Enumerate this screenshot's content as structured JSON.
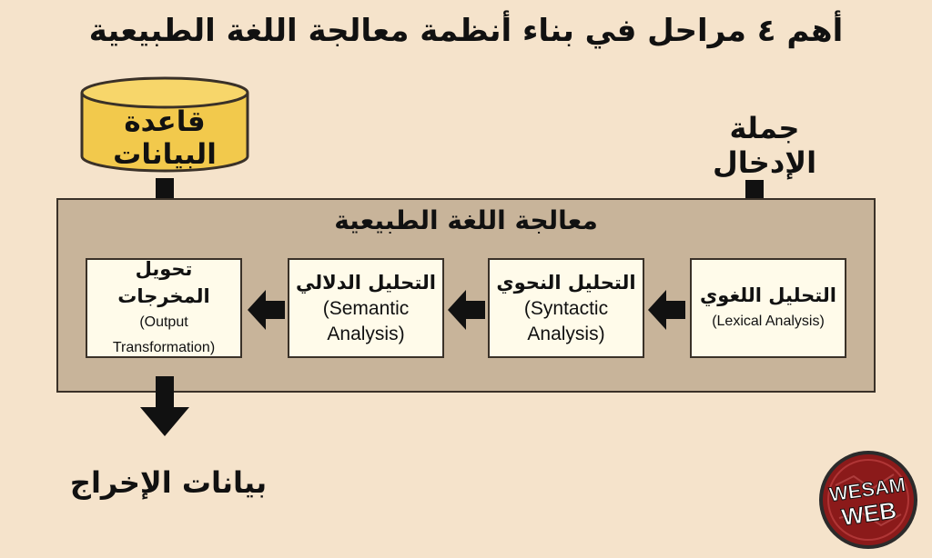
{
  "title": "أهم ٤ مراحل في بناء أنظمة معالجة اللغة الطبيعية",
  "database_label": "قاعدة البيانات",
  "input_label": "جملة الإدخال",
  "output_label": "بيانات الإخراج",
  "nlp_label": "معالجة اللغة الطبيعية",
  "stages": [
    {
      "ar": "التحليل اللغوي",
      "en": "(Lexical Analysis)"
    },
    {
      "ar": "التحليل النحوي",
      "en_line1": "(Syntactic",
      "en_line2": "Analysis)"
    },
    {
      "ar": "التحليل الدلالي",
      "en_line1": "(Semantic",
      "en_line2": "Analysis)"
    },
    {
      "ar": "تحويل المخرجات",
      "en_line1": "(Output",
      "en_line2": "Transformation)"
    }
  ],
  "logo": {
    "line1": "WESAM",
    "line2": "WEB"
  },
  "colors": {
    "background": "#f5e3cb",
    "frame": "#c8b49a",
    "stage_box": "#fffbea",
    "database": "#f2c94c",
    "arrow": "#111111",
    "logo": "#8b1a1a"
  }
}
